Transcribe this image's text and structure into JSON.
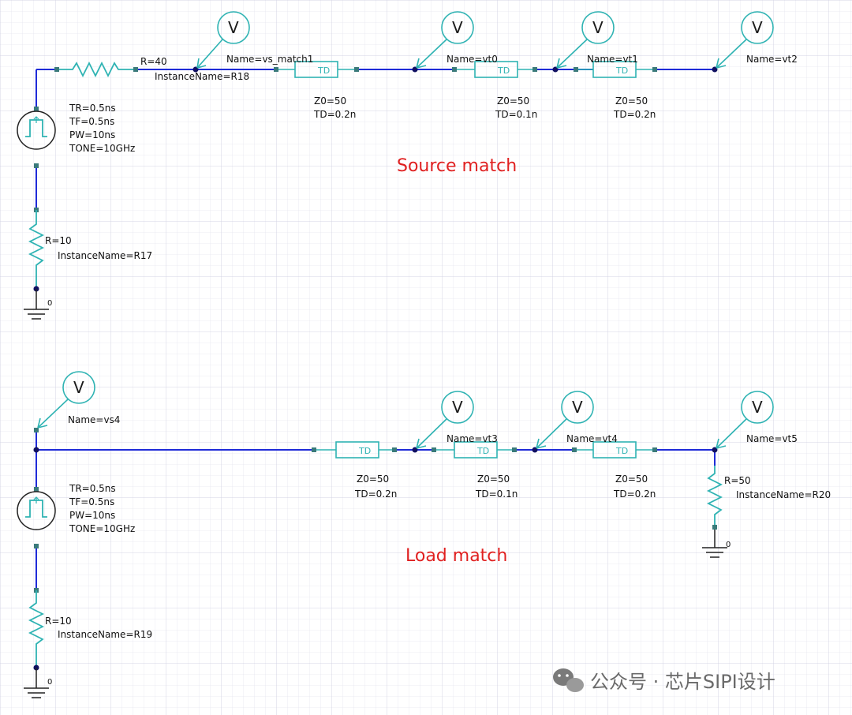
{
  "sections": [
    {
      "caption": "Source match",
      "source": {
        "tr": "TR=0.5ns",
        "tf": "TF=0.5ns",
        "pw": "PW=10ns",
        "tone": "TONE=10GHz"
      },
      "series_resistor": {
        "r": "R=40",
        "instance": "InstanceName=R18"
      },
      "ground_resistor": {
        "r": "R=10",
        "instance": "InstanceName=R17"
      },
      "lines": [
        {
          "icon": "TD",
          "z0": "Z0=50",
          "td": "TD=0.2n"
        },
        {
          "icon": "TD",
          "z0": "Z0=50",
          "td": "TD=0.1n"
        },
        {
          "icon": "TD",
          "z0": "Z0=50",
          "td": "TD=0.2n"
        }
      ],
      "probes": [
        {
          "symbol": "V",
          "name": "Name=vs_match1"
        },
        {
          "symbol": "V",
          "name": "Name=vt0"
        },
        {
          "symbol": "V",
          "name": "Name=vt1"
        },
        {
          "symbol": "V",
          "name": "Name=vt2"
        }
      ],
      "ground_label": "0"
    },
    {
      "caption": "Load match",
      "source": {
        "tr": "TR=0.5ns",
        "tf": "TF=0.5ns",
        "pw": "PW=10ns",
        "tone": "TONE=10GHz"
      },
      "ground_resistor": {
        "r": "R=10",
        "instance": "InstanceName=R19"
      },
      "load_resistor": {
        "r": "R=50",
        "instance": "InstanceName=R20"
      },
      "lines": [
        {
          "icon": "TD",
          "z0": "Z0=50",
          "td": "TD=0.2n"
        },
        {
          "icon": "TD",
          "z0": "Z0=50",
          "td": "TD=0.1n"
        },
        {
          "icon": "TD",
          "z0": "Z0=50",
          "td": "TD=0.2n"
        }
      ],
      "probes": [
        {
          "symbol": "V",
          "name": "Name=vs4"
        },
        {
          "symbol": "V",
          "name": "Name=vt3"
        },
        {
          "symbol": "V",
          "name": "Name=vt4"
        },
        {
          "symbol": "V",
          "name": "Name=vt5"
        }
      ],
      "ground_label": "0"
    }
  ],
  "watermark": "公众号 · 芯片SIPI设计",
  "colors": {
    "wire": "#1f2bd8",
    "component": "#2fb3b3",
    "caption": "#e02020",
    "grid": "#dcdcec"
  }
}
